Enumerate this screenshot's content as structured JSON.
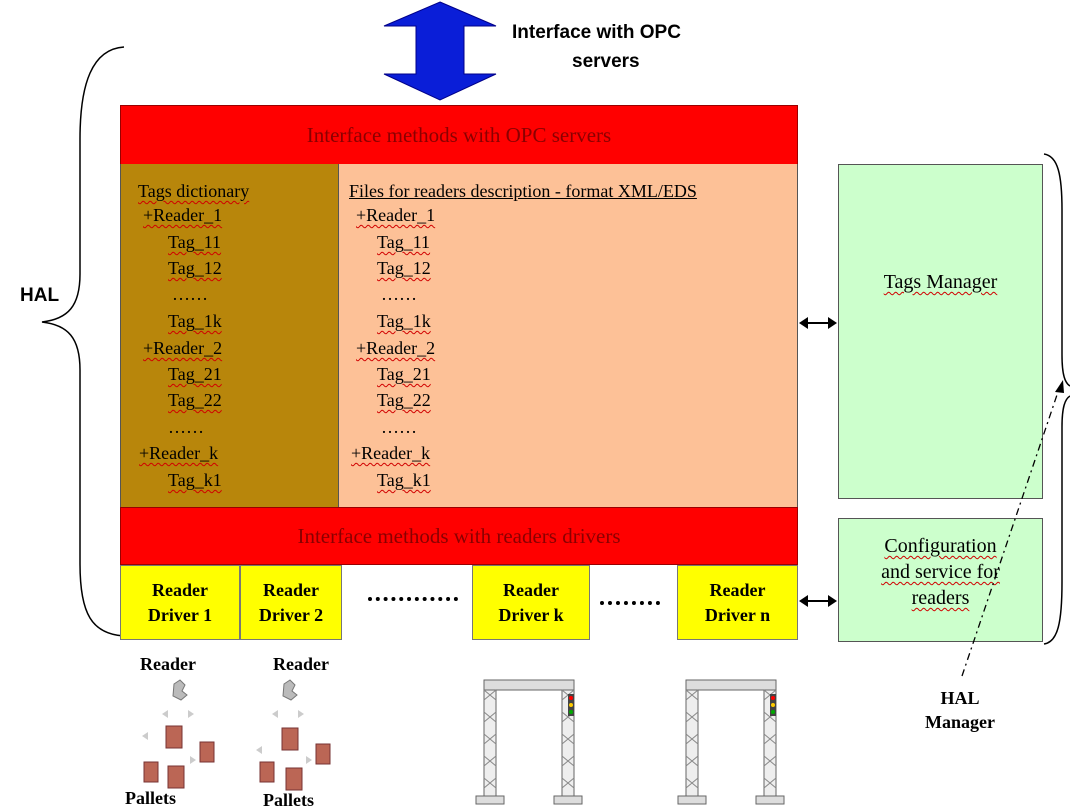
{
  "top_arrow_label": [
    "Interface with OPC",
    "servers"
  ],
  "hal_label": "HAL",
  "opc_bar_label": "Interface methods with OPC servers",
  "readers_bar_label": "Interface methods with readers drivers",
  "tags_dictionary": {
    "title": "Tags dictionary",
    "lines": [
      "+Reader_1",
      "Tag_11",
      "Tag_12",
      "……",
      "Tag_1k",
      "+Reader_2",
      "Tag_21",
      "Tag_22",
      "……",
      "+Reader_k",
      "Tag_k1"
    ]
  },
  "reader_files": {
    "title": "Files for readers description - format XML/EDS",
    "lines": [
      "+Reader_1",
      "Tag_11",
      "Tag_12",
      "……",
      "Tag_1k",
      "+Reader_2",
      "Tag_21",
      "Tag_22",
      "……",
      "+Reader_k",
      "Tag_k1"
    ]
  },
  "drivers": [
    {
      "line1": "Reader",
      "line2": "Driver 1"
    },
    {
      "line1": "Reader",
      "line2": "Driver 2"
    },
    {
      "line1": "Reader",
      "line2": "Driver k"
    },
    {
      "line1": "Reader",
      "line2": "Driver n"
    }
  ],
  "tags_manager_label": "Tags Manager",
  "config_label": [
    "Configuration",
    "and service for",
    "readers"
  ],
  "hal_manager_label": [
    "HAL",
    "Manager"
  ],
  "reader_labels": [
    "Reader",
    "Reader"
  ],
  "pallets_labels": [
    "Pallets",
    "Pallets"
  ],
  "colors": {
    "arrow_blue": "#0a1ed8",
    "red_bar": "#ff0000",
    "dictionary": "#b8860b",
    "files": "#fdc197",
    "driver": "#ffff00",
    "manager": "#ccffcc"
  }
}
